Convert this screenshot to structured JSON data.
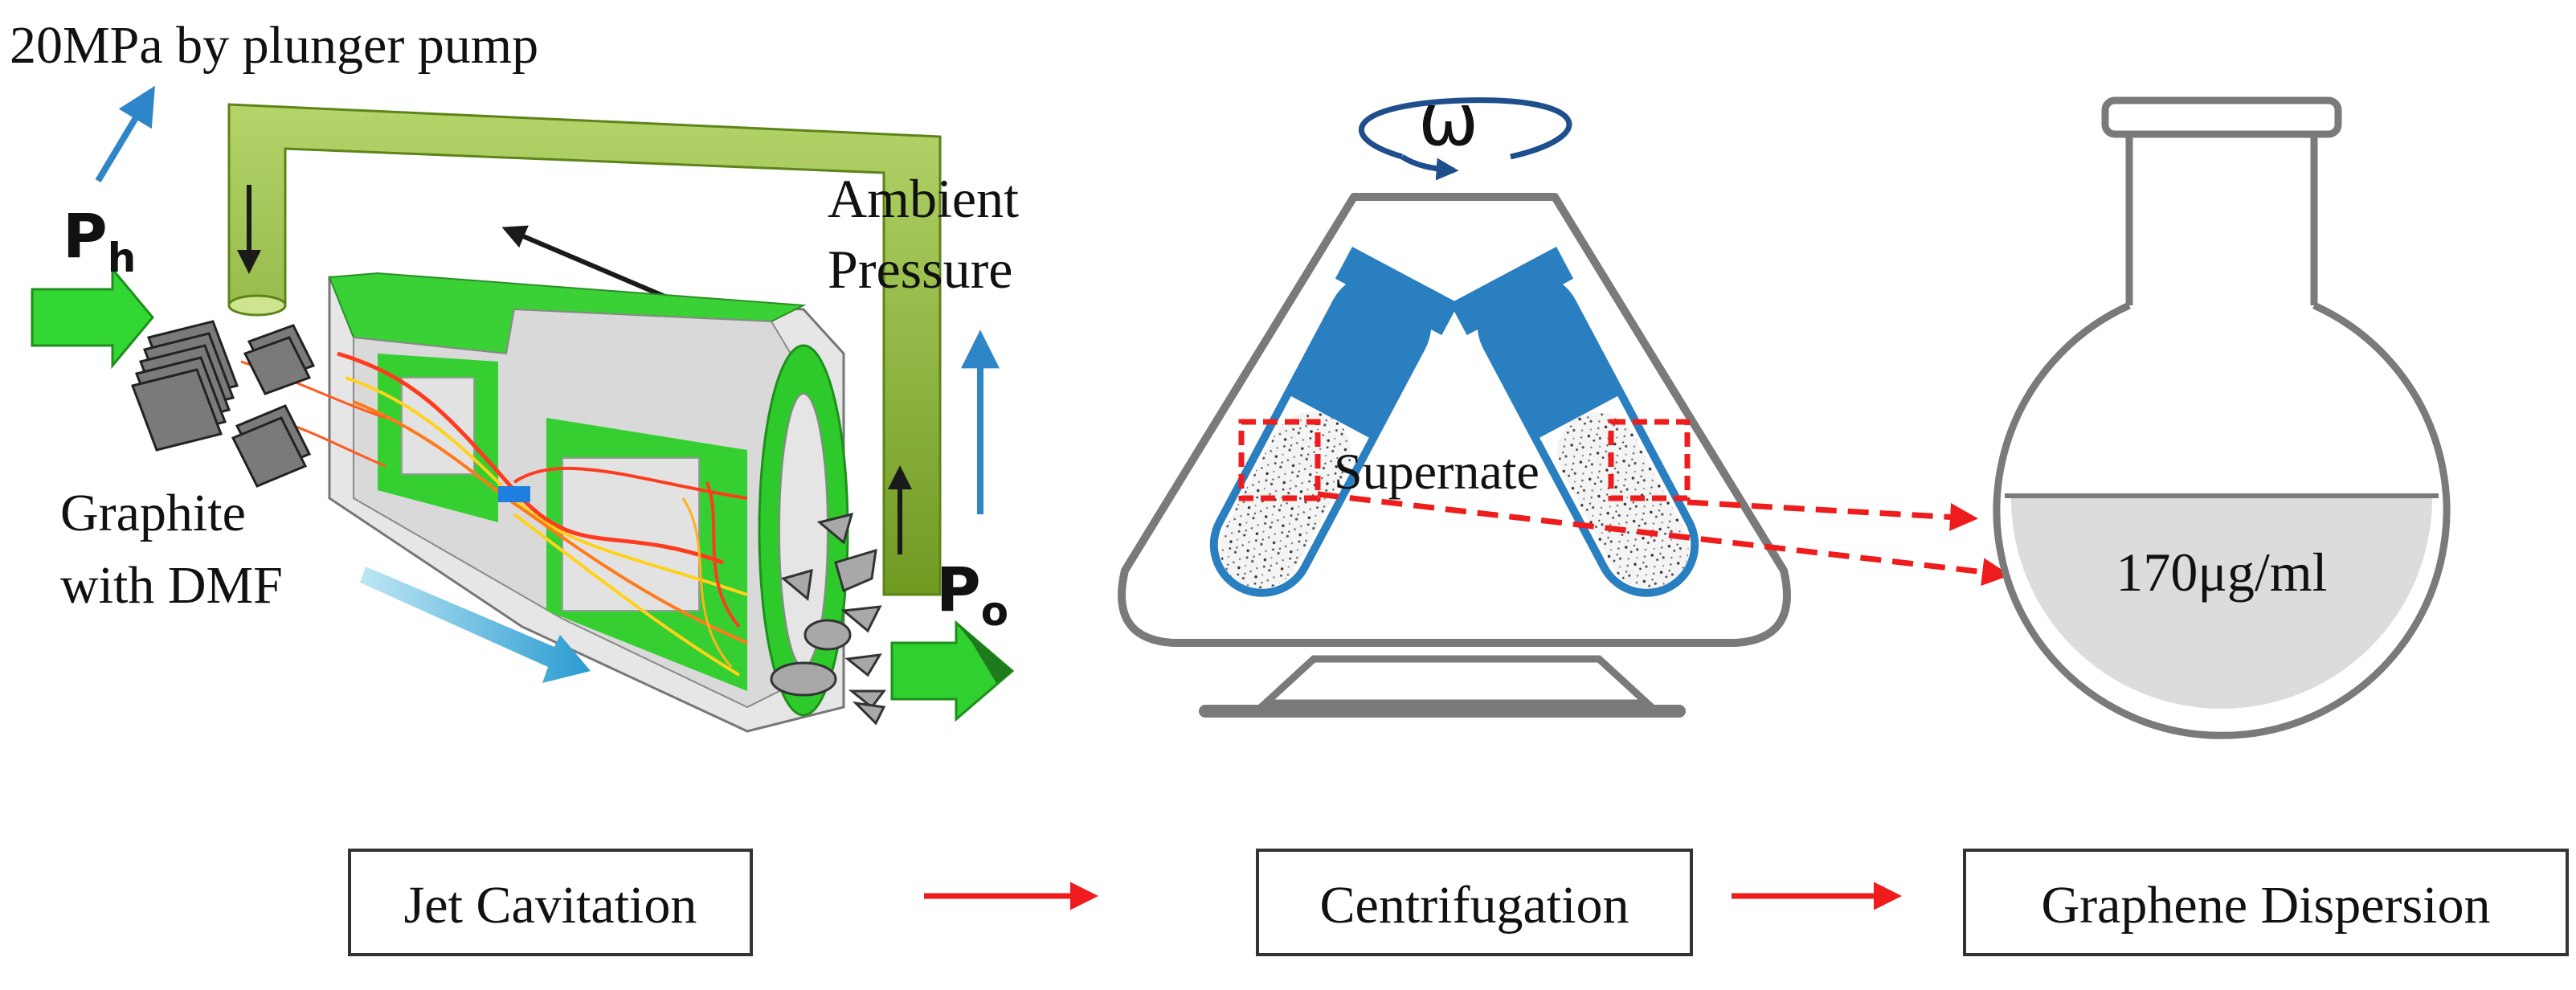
{
  "labels": {
    "pump_pressure": "20MPa by plunger pump",
    "ph_main": "P",
    "ph_sub": "h",
    "po_main": "P",
    "po_sub": "o",
    "ambient_line1": "Ambient",
    "ambient_line2": "Pressure",
    "graphite_line1": "Graphite",
    "graphite_line2": "with DMF",
    "omega": "ω",
    "supernate": "Supernate",
    "concentration": "170μg/ml"
  },
  "process_steps": [
    {
      "label": "Jet Cavitation"
    },
    {
      "label": "Centrifugation"
    },
    {
      "label": "Graphene Dispersion"
    }
  ],
  "colors": {
    "blue_arrow": "#2e86c8",
    "green": "#3ec43e",
    "pipe_green": "#8dbb3a",
    "tube_blue": "#2a7fc0",
    "flask_gray": "#7a7a7a",
    "red": "#ee1c1c",
    "liquid": "#dcdcdc"
  }
}
